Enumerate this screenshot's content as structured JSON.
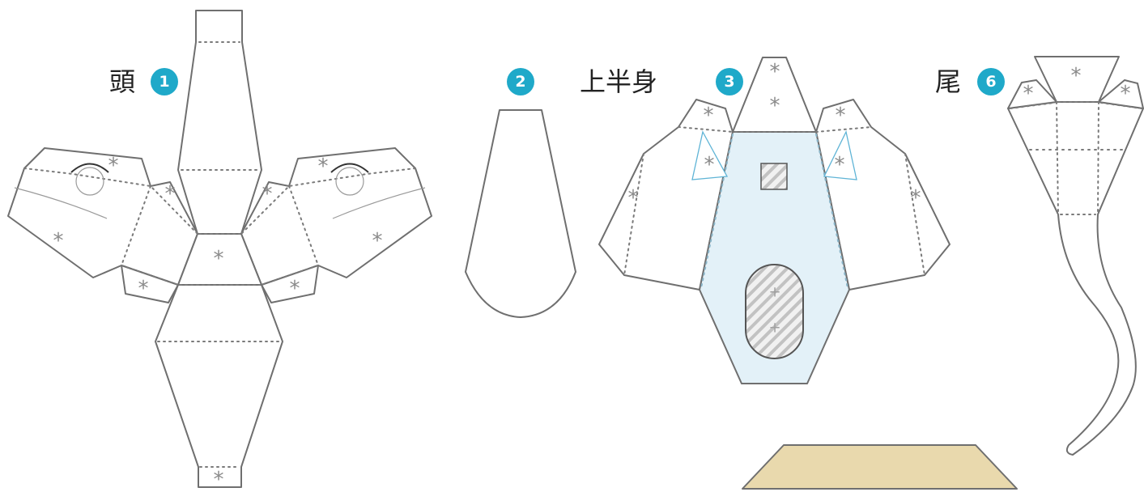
{
  "labels": {
    "head": "頭",
    "upper_body": "上半身",
    "tail": "尾"
  },
  "part_numbers": {
    "head": "1",
    "part2": "2",
    "upper_body": "3",
    "tail": "6"
  },
  "glue_mark": "*",
  "pin_mark": "+",
  "colors": {
    "badge": "#1fa9c9",
    "belly_fill": "#e3f1f8",
    "base_fill": "#e9d9ad",
    "line": "#6f6f6f"
  }
}
